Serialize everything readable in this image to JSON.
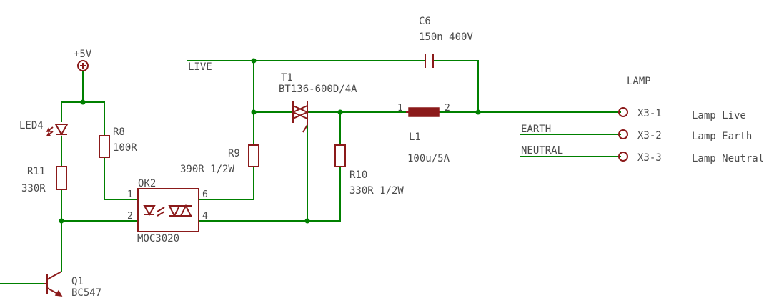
{
  "nets": {
    "live": "LIVE",
    "earth": "EARTH",
    "neutral": "NEUTRAL",
    "vcc": "+5V"
  },
  "components": {
    "c6": {
      "name": "C6",
      "value": "150n 400V"
    },
    "t1": {
      "name": "T1",
      "value": "BT136-600D/4A"
    },
    "l1": {
      "name": "L1",
      "value": "100u/5A",
      "pin1": "1",
      "pin2": "2"
    },
    "led4": {
      "name": "LED4"
    },
    "r8": {
      "name": "R8",
      "value": "100R"
    },
    "r9": {
      "name": "R9",
      "value": "390R 1/2W"
    },
    "r10": {
      "name": "R10",
      "value": "330R 1/2W"
    },
    "r11": {
      "name": "R11",
      "value": "330R"
    },
    "ok2": {
      "name": "OK2",
      "value": "MOC3020",
      "pins": [
        "1",
        "2",
        "6",
        "4"
      ]
    },
    "q1": {
      "name": "Q1",
      "value": "BC547"
    }
  },
  "connector": {
    "title": "LAMP",
    "pins": [
      {
        "name": "X3-1",
        "label": "Lamp Live"
      },
      {
        "name": "X3-2",
        "label": "Lamp Earth"
      },
      {
        "name": "X3-3",
        "label": "Lamp Neutral"
      }
    ]
  },
  "colors": {
    "wire": "#008000",
    "part": "#8b1a1a",
    "text": "#4a4a4a"
  }
}
